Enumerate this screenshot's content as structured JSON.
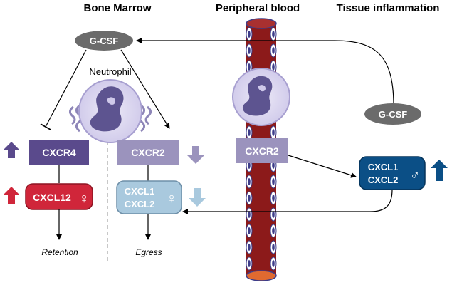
{
  "headers": {
    "bone_marrow": "Bone Marrow",
    "peripheral_blood": "Peripheral blood",
    "tissue_inflammation": "Tissue inflammation"
  },
  "labels": {
    "gcsf_top": "G-CSF",
    "gcsf_right": "G-CSF",
    "neutrophil": "Neutrophil",
    "cxcr4": "CXCR4",
    "cxcr2_left": "CXCR2",
    "cxcr2_blood": "CXCR2",
    "cxcl12": "CXCL12",
    "cxcl1_left": "CXCL1",
    "cxcl2_left": "CXCL2",
    "cxcl1_right": "CXCL1",
    "cxcl2_right": "CXCL2",
    "retention": "Retention",
    "egress": "Egress"
  },
  "symbols": {
    "female": "♀",
    "male": "♂"
  },
  "colors": {
    "cxcr4_purple": "#5a4a8c",
    "cxcr2_lavender": "#9b93bd",
    "cxcl12_red": "#d0263a",
    "cxcl_lightblue": "#a9c9de",
    "cxcl_darkblue": "#0b4f86",
    "vessel_red": "#8c1a1a",
    "gcsf_gray": "#6b6b6b"
  }
}
